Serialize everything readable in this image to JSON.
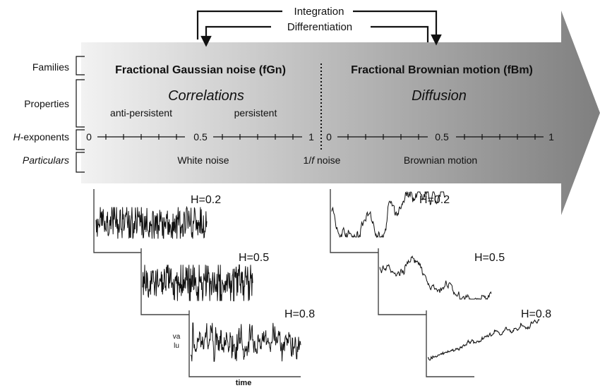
{
  "top_arrows": {
    "integration": "Integration",
    "differentiation": "Differentiation"
  },
  "row_labels": {
    "families": "Families",
    "properties": "Properties",
    "h_prefix": "H",
    "h_suffix": "-exponents",
    "particulars": "Particulars"
  },
  "fgn": {
    "title": "Fractional Gaussian noise (fGn)",
    "property": "Correlations",
    "anti": "anti-persistent",
    "persistent": "persistent",
    "ticks": [
      "0",
      "0.5",
      "1"
    ],
    "particular": "White noise"
  },
  "fbm": {
    "title": "Fractional Brownian motion (fBm)",
    "property": "Diffusion",
    "ticks": [
      "0",
      "0.5",
      "1"
    ],
    "particular": "Brownian motion"
  },
  "middle_particular": {
    "prefix": "1/",
    "italic": "f",
    "suffix": " noise"
  },
  "plots": {
    "fgn": [
      "H=0.2",
      "H=0.5",
      "H=0.8"
    ],
    "fbm": [
      "H=0.2",
      "H=0.5",
      "H=0.8"
    ],
    "ylabel_line1": "va",
    "ylabel_line2": "lu",
    "xlabel": "time"
  },
  "colors": {
    "arrow_start": "#f2f2f2",
    "arrow_end": "#7f7f7f",
    "ink": "#111111"
  }
}
